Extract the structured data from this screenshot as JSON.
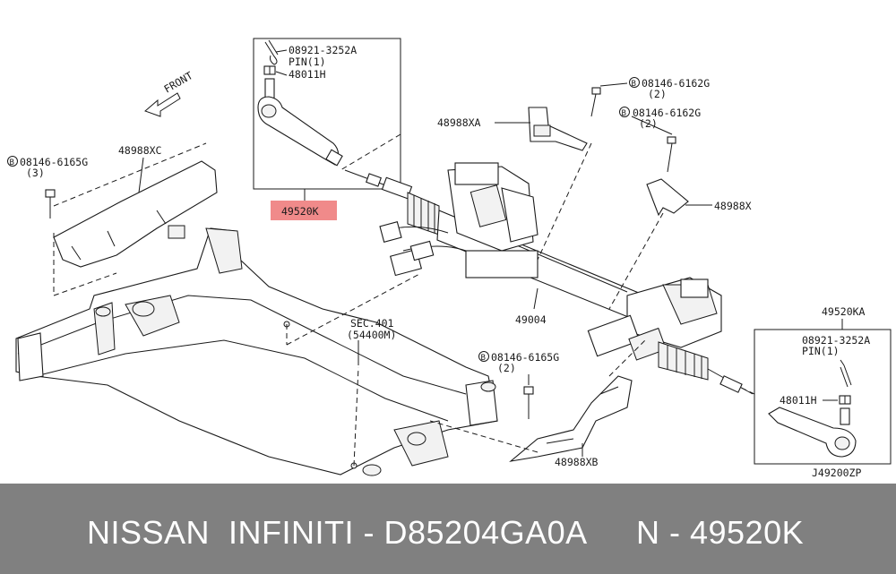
{
  "diagram": {
    "front_label": "FRONT",
    "callouts": {
      "pin_part_top": "08921-3252A",
      "pin_label_top": "PIN(1)",
      "nut_top": "48011H",
      "tie_rod_end_highlight": "49520K",
      "bracket_xa": "48988XA",
      "bolt_g_top": "08146-6162G",
      "bolt_g_top_qty": "(2)",
      "bolt_g_second": "08146-6162G",
      "bolt_g_second_qty": "(2)",
      "bracket_x": "48988X",
      "bracket_xc": "48988XC",
      "bolt_left": "08146-6165G",
      "bolt_left_qty": "(3)",
      "gear_assembly": "49004",
      "sec_ref": "SEC.401",
      "sec_ref_sub": "(54400M)",
      "bolt_bottom": "08146-6165G",
      "bolt_bottom_qty": "(2)",
      "bracket_xb": "48988XB",
      "tie_rod_end_right": "49520KA",
      "pin_part_right": "08921-3252A",
      "pin_label_right": "PIN(1)",
      "nut_right": "48011H",
      "diagram_code": "J49200ZP"
    },
    "circle_marker": "B",
    "highlight_color": "#f08a8a"
  },
  "footer": {
    "left_text": "NISSAN  INFINITI - D85204GA0A",
    "right_text": "N - 49520K",
    "background": "#808080"
  }
}
